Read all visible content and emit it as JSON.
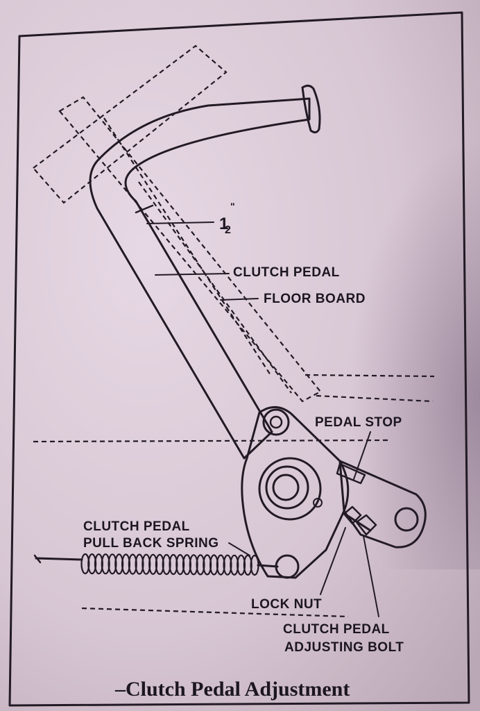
{
  "diagram": {
    "labels": {
      "half_inch_whole": "1",
      "half_inch_denominator": "2",
      "half_inch_mark": "\"",
      "clutch_pedal": "CLUTCH PEDAL",
      "floor_board": "FLOOR BOARD",
      "pedal_stop": "PEDAL STOP",
      "pull_back_spring_line1": "CLUTCH PEDAL",
      "pull_back_spring_line2": "PULL BACK SPRING",
      "lock_nut": "LOCK NUT",
      "adjusting_bolt_line1": "CLUTCH PEDAL",
      "adjusting_bolt_line2": "ADJUSTING BOLT"
    },
    "caption": "–Clutch Pedal Adjustment"
  },
  "colors": {
    "paper": "#d9c8d6",
    "ink": "#221a24"
  }
}
